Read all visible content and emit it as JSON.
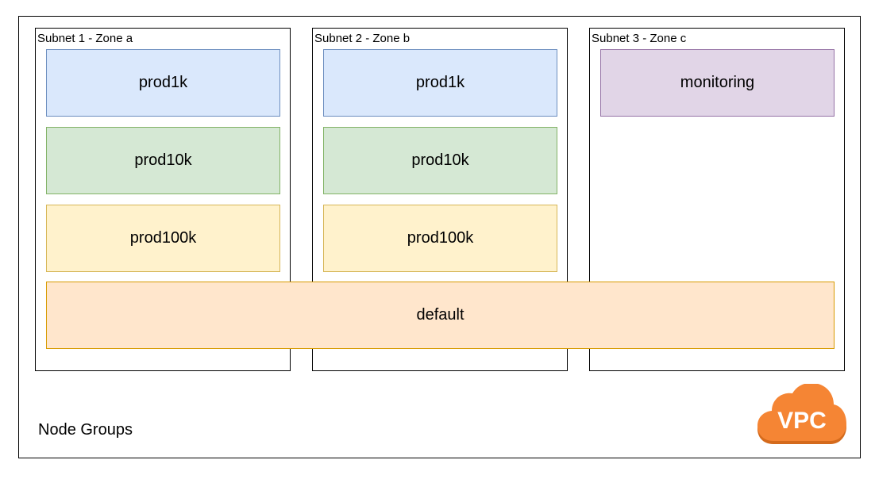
{
  "diagram": {
    "outer_label": "Node Groups",
    "vpc_icon_text": "VPC",
    "colors": {
      "blue_fill": "#dae8fc",
      "blue_stroke": "#6c8ebf",
      "green_fill": "#d5e8d4",
      "green_stroke": "#82b366",
      "yellow_fill": "#fff2cc",
      "yellow_stroke": "#d6b656",
      "purple_fill": "#e1d5e7",
      "purple_stroke": "#9673a6",
      "orange_fill": "#ffe6cc",
      "orange_stroke": "#d79b00",
      "vpc_icon": "#f58534"
    },
    "subnets": [
      {
        "label": "Subnet 1 - Zone a",
        "node_groups": [
          "prod1k",
          "prod10k",
          "prod100k"
        ]
      },
      {
        "label": "Subnet 2 - Zone b",
        "node_groups": [
          "prod1k",
          "prod10k",
          "prod100k"
        ]
      },
      {
        "label": "Subnet 3 - Zone c",
        "node_groups": [
          "monitoring"
        ]
      }
    ],
    "spanning_node_group": "default"
  }
}
